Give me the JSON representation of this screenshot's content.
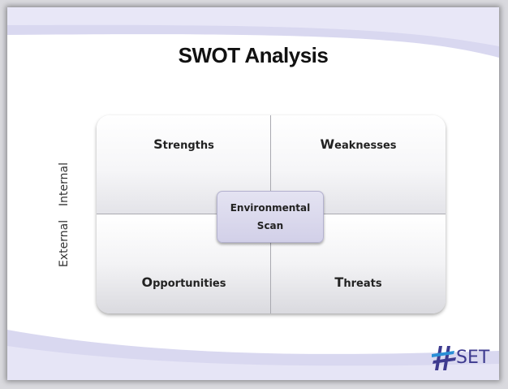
{
  "title": "SWOT Analysis",
  "axes": {
    "internal_label": "Internal",
    "external_label": "External"
  },
  "quadrants": {
    "strengths": {
      "initial": "S",
      "rest": "trengths"
    },
    "weaknesses": {
      "initial": "W",
      "rest": "eaknesses"
    },
    "opportunities": {
      "initial": "O",
      "rest": "pportunities"
    },
    "threats": {
      "initial": "T",
      "rest": "hreats"
    }
  },
  "center": {
    "line1": "Environmental",
    "line2": "Scan"
  },
  "logo": {
    "text": "SET"
  },
  "colors": {
    "band": "#d6d5ee",
    "center_box": "#d6d4ea",
    "logo": "#3d3a8f"
  }
}
